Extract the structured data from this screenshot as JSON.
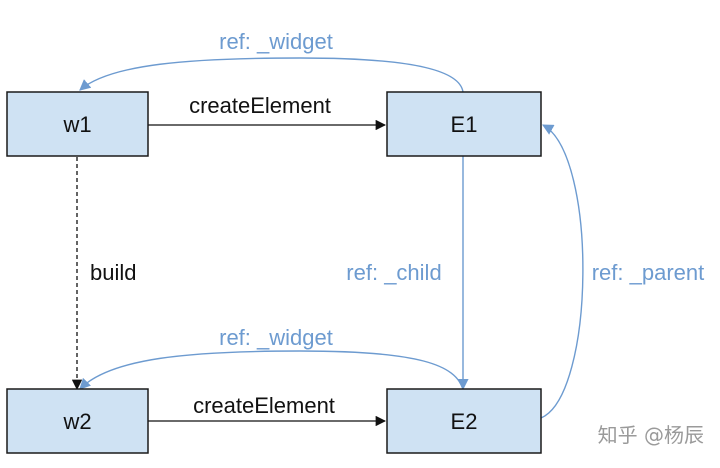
{
  "nodes": {
    "w1": {
      "label": "w1"
    },
    "e1": {
      "label": "E1"
    },
    "w2": {
      "label": "w2"
    },
    "e2": {
      "label": "E2"
    }
  },
  "edges": {
    "w1_e1": {
      "label": "createElement"
    },
    "w1_w2": {
      "label": "build"
    },
    "w2_e2": {
      "label": "createElement"
    },
    "e1_w1_ref": {
      "label": "ref: _widget"
    },
    "e2_w2_ref": {
      "label": "ref: _widget"
    },
    "e1_e2_ref": {
      "label": "ref: _child"
    },
    "e2_e1_ref": {
      "label": "ref: _parent"
    }
  },
  "colors": {
    "box_fill": "#cfe2f3",
    "box_stroke": "#1a1a1a",
    "ref_arrow": "#6d9bd0",
    "main_arrow": "#111111"
  },
  "watermark": {
    "text": "知乎 @杨辰"
  }
}
